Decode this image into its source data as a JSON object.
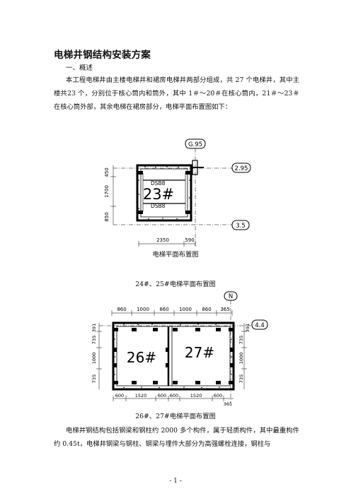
{
  "doc": {
    "title": "电梯井钢结构安装方案",
    "section": "一、概述",
    "paragraph1": "本工程电梯井由主楼电梯井和裙房电梯井两部分组成，共 27 个电梯井，其中主楼共23 个，分别位于核心筒内和筒外，其中 1＃～20＃在核心筒内，21＃～23＃在核心筒外部，其余电梯在裙房部分，电梯平面布置图如下：",
    "caption1": "电梯平面布置图",
    "caption2": "24#、25#电梯平面布置图",
    "caption3": "26#、27#电梯平面布置图",
    "paragraph2": "电梯井钢结构包括钢梁和钢柱约 2000 多个构件，属于轻质构件，其中最重构件约 0.45t，电梯井钢梁与钢柱、钢梁与埋件大部分为高强螺栓连接，钢柱与",
    "page_number": "- 1 -"
  },
  "figure1": {
    "axis_g": "G.95",
    "axis_a": "2.95",
    "axis_b": "3.5",
    "elevator_label": "23#",
    "beam_top": "DSB8",
    "beam_bottom": "DSB8",
    "dim_left_top": "450",
    "dim_left_mid": "1700",
    "dim_left_bot": "850",
    "dim_bottom_left": "2350",
    "dim_bottom_right": "590"
  },
  "figure2": {
    "axis_n": "N",
    "axis_44": "4.4",
    "label_left": "26#",
    "label_right": "27#",
    "dims_top": [
      "860",
      "1000",
      "860",
      "1000",
      "860",
      "365"
    ],
    "dims_bottom": [
      "600",
      "1520",
      "600",
      "600",
      "1520",
      "600"
    ],
    "dim_bottom_extra": "365",
    "dims_left": [
      "391",
      "735",
      "1000",
      "735"
    ],
    "dims_right": [
      "391",
      "735",
      "1000",
      "735"
    ]
  }
}
